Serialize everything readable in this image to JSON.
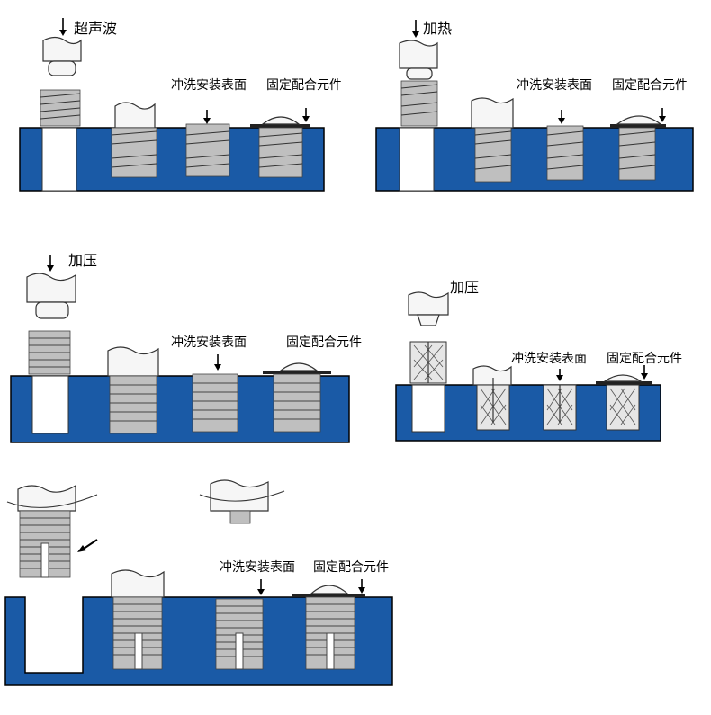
{
  "panels": [
    {
      "id": "ultrasonic",
      "process": "超声波",
      "flush": "冲洗安装表面",
      "fixed": "固定配合元件"
    },
    {
      "id": "heat",
      "process": "加热",
      "flush": "冲洗安装表面",
      "fixed": "固定配合元件"
    },
    {
      "id": "press1",
      "process": "加压",
      "flush": "冲洗安装表面",
      "fixed": "固定配合元件"
    },
    {
      "id": "press2",
      "process": "加压",
      "flush": "冲洗安装表面",
      "fixed": "固定配合元件"
    },
    {
      "id": "thread",
      "process": "",
      "flush": "冲洗安装表面",
      "fixed": "固定配合元件"
    }
  ],
  "colors": {
    "block": "#1a5aa6",
    "insert": "#e6e6e6",
    "knurl": "#bfbfbf"
  }
}
